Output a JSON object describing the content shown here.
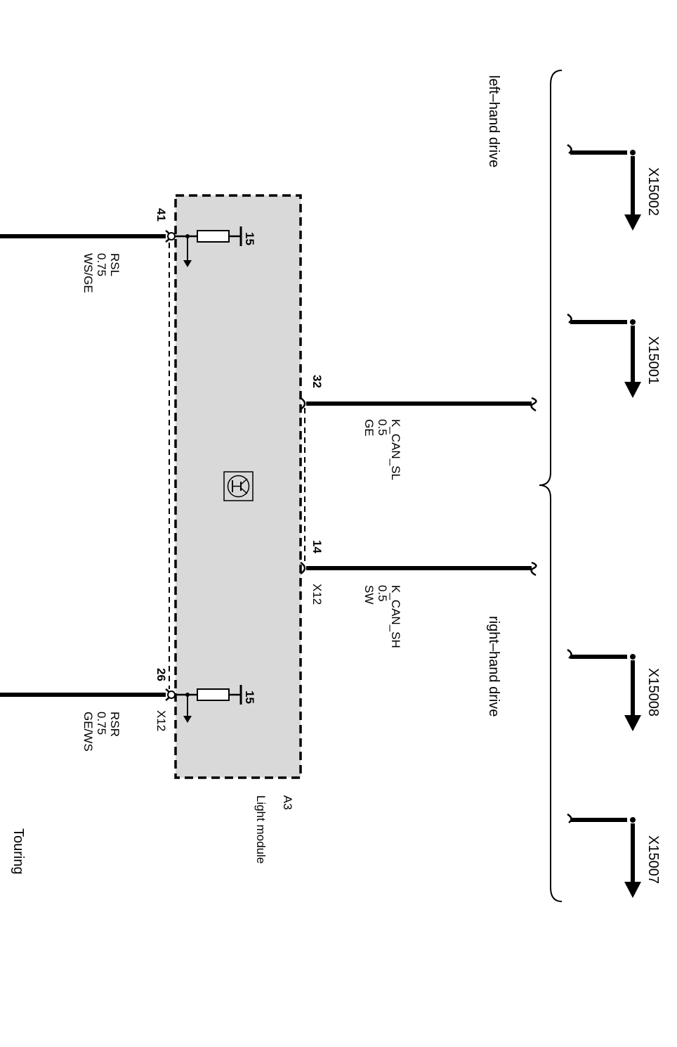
{
  "module": {
    "ref": "A3",
    "name": "Light module",
    "symbol": "transistor-symbol",
    "fill_color": "#d9d9d9"
  },
  "drive_labels": {
    "left": "left–hand drive",
    "right": "right–hand drive"
  },
  "connectors": {
    "x15002": "X15002",
    "x15001": "X15001",
    "x15008": "X15008",
    "x15007": "X15007"
  },
  "wires": {
    "rsl": {
      "pin": "41",
      "signal": "RSL",
      "cross_section": "0.75",
      "color": "WS/GE",
      "fuse_terminal": "15"
    },
    "k_can_sl": {
      "pin": "32",
      "signal": "K_CAN_SL",
      "cross_section": "0.5",
      "color": "GE"
    },
    "k_can_sh": {
      "pin": "14",
      "signal": "K_CAN_SH",
      "cross_section": "0.5",
      "color": "SW",
      "plug": "X12"
    },
    "rsr": {
      "pin": "26",
      "signal": "RSR",
      "cross_section": "0.75",
      "color": "GE/WS",
      "fuse_terminal": "15",
      "plug": "X12"
    }
  },
  "footnote": "Touring"
}
